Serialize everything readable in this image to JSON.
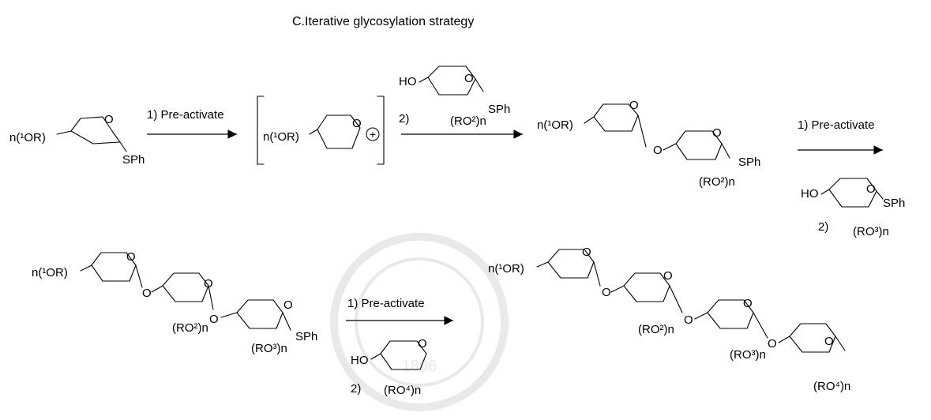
{
  "title": "C.Iterative glycosylation strategy",
  "labels": {
    "n1OR": "n(¹OR)",
    "sph": "SPh",
    "oxygen": "O",
    "ho": "HO",
    "ro2n": "(RO²)n",
    "ro3n": "(RO³)n",
    "ro4n": "(RO⁴)n",
    "plus": "+"
  },
  "steps": {
    "preactivate": "1) Pre-activate",
    "add": "2)"
  },
  "watermark": "1896"
}
